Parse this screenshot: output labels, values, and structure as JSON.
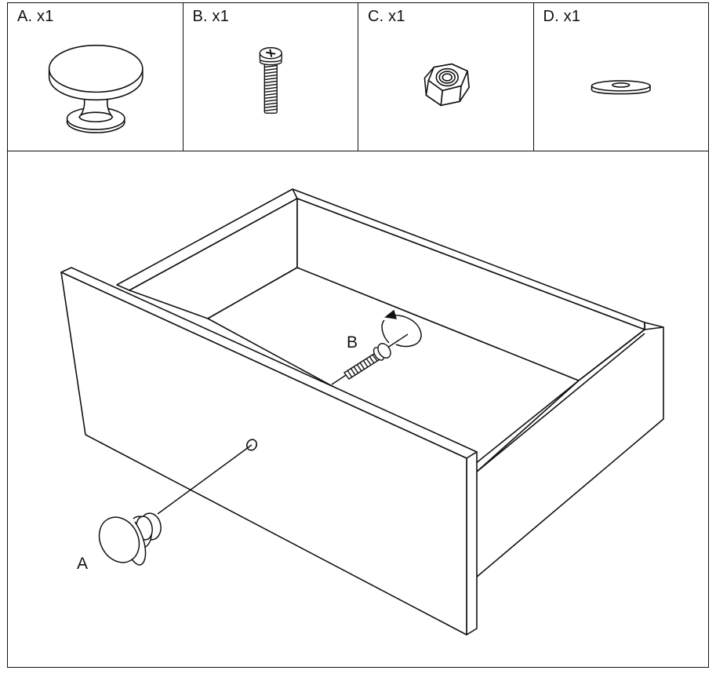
{
  "parts": [
    {
      "id": "A",
      "label": "A. x1",
      "icon": "knob-icon"
    },
    {
      "id": "B",
      "label": "B. x1",
      "icon": "screw-icon"
    },
    {
      "id": "C",
      "label": "C. x1",
      "icon": "hex-nut-icon"
    },
    {
      "id": "D",
      "label": "D. x1",
      "icon": "washer-icon"
    }
  ],
  "assembly": {
    "callouts": {
      "knob": "A",
      "screw": "B"
    }
  },
  "colors": {
    "line": "#111111",
    "background": "#ffffff"
  }
}
